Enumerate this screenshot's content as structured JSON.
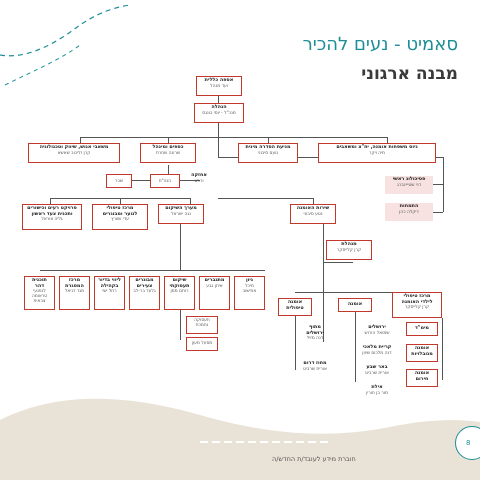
{
  "header": {
    "title": "סאמיט - נעים להכיר",
    "subtitle": "מבנה ארגוני"
  },
  "footer": {
    "text": "חוברת מידע לעובד/ת החדש/ה",
    "page_number": "8"
  },
  "colors": {
    "accent": "#1e8e96",
    "box_border": "#c0392b",
    "pink_box": "#f7e1e1",
    "wave": "#e9e2d6"
  },
  "org": {
    "assembly": {
      "title": "אספה כללית",
      "sub": "ועד מנהל"
    },
    "management": {
      "title": "הנהלה",
      "sub": "מנכ\"ל - יוסי בונגס"
    },
    "left_depts": [
      {
        "title": "משאבי אנוש, שיווק וטכנולוגיה",
        "sub": "קרן זליכוב שאשא"
      },
      {
        "title": "כספים ומינהל",
        "sub": "שרונה שחרת"
      }
    ],
    "finance_children": [
      {
        "title": "",
        "sub": "שכר"
      },
      {
        "title": "",
        "sub": "הנה\"ח"
      },
      {
        "title": "אחזקה",
        "sub": "ורכש"
      }
    ],
    "right_depts": [
      {
        "title": "מניעת הסדרה מינית",
        "sub": "נועם סיבוני"
      },
      {
        "title": "גיוס משפחות אומנה, יח\"צ ומשאבים",
        "sub": "מיה ויקר"
      }
    ],
    "staff_units": [
      {
        "title": "פסיכולוג ראשי",
        "sub": "דני שטייינברג"
      },
      {
        "title": "התמחות",
        "sub": "דיקלה כהן"
      }
    ],
    "lower_left_units": [
      {
        "title": "פרויקט רעים וכישורים",
        "sub": "ותכנית צעד ראשון",
        "extra": "גליה צוראל"
      },
      {
        "title": "מרכז טיפולי",
        "sub": "לנוער ומבוגרים",
        "extra": "עדי שוורץ"
      }
    ],
    "housing": {
      "title": "מערך השיקום",
      "sub": "נגה ישראל"
    },
    "foster_service": {
      "title": "שירות האומנה",
      "sub": "נטע סיבוני"
    },
    "foster_manager": {
      "title": "מנהלת",
      "sub": "קרן קלייסקר"
    },
    "housing_children": [
      {
        "title": "תוכנית דהר",
        "sub": "לנפגעי",
        "extra": "טראומה צבאית"
      },
      {
        "title": "מרכז",
        "sub": "המסגרת",
        "extra": "מגד דניאל"
      },
      {
        "title": "ליווי בדיור",
        "sub": "בקהילה",
        "extra": "רחל ישי"
      },
      {
        "title": "מבוגרים",
        "sub": "צעירים",
        "extra": "גלעד בר-לב"
      },
      {
        "title": "שיקום",
        "sub": "תעסוקתי",
        "extra": "רותם ממן"
      },
      {
        "title": "מתגברים",
        "sub": "איתן גבע"
      },
      {
        "title": "גיון",
        "sub": "מיכל",
        "extra": "אחישוב"
      }
    ],
    "employment_children": [
      {
        "title": "",
        "sub": "תעסוקה",
        "extra": "נתמכת"
      },
      {
        "title": "",
        "sub": "מסעל מעון"
      }
    ],
    "foster_children": {
      "therapeutic": {
        "title": "אומנה",
        "sub": "טיפולית"
      },
      "regular": {
        "title": "אומנה"
      },
      "emergency": {
        "title": "מרכז טיפולי",
        "sub": "לילדי האומנה",
        "extra": "קרן קלייסקר"
      },
      "sub_therapeutic": [
        {
          "title": "מתוף ירושלים",
          "sub": "דנה מזיל"
        },
        {
          "title": "מחוז דרום",
          "sub": "אורית שרביט"
        }
      ],
      "sub_regular": [
        {
          "title": "ירושלים",
          "sub": "שמואל הורוש"
        },
        {
          "title": "קריית מלאכי",
          "sub": "דנה מלכום שיוון"
        },
        {
          "title": "באר שבע",
          "sub": "אורית שרביט"
        },
        {
          "title": "אילת",
          "sub": "מור בן חורין"
        }
      ],
      "side": [
        {
          "title": "מימ\"ד"
        },
        {
          "title": "אומנה",
          "sub": "מגובלויות"
        },
        {
          "title": "אומנה",
          "sub": "חירום"
        }
      ]
    }
  }
}
